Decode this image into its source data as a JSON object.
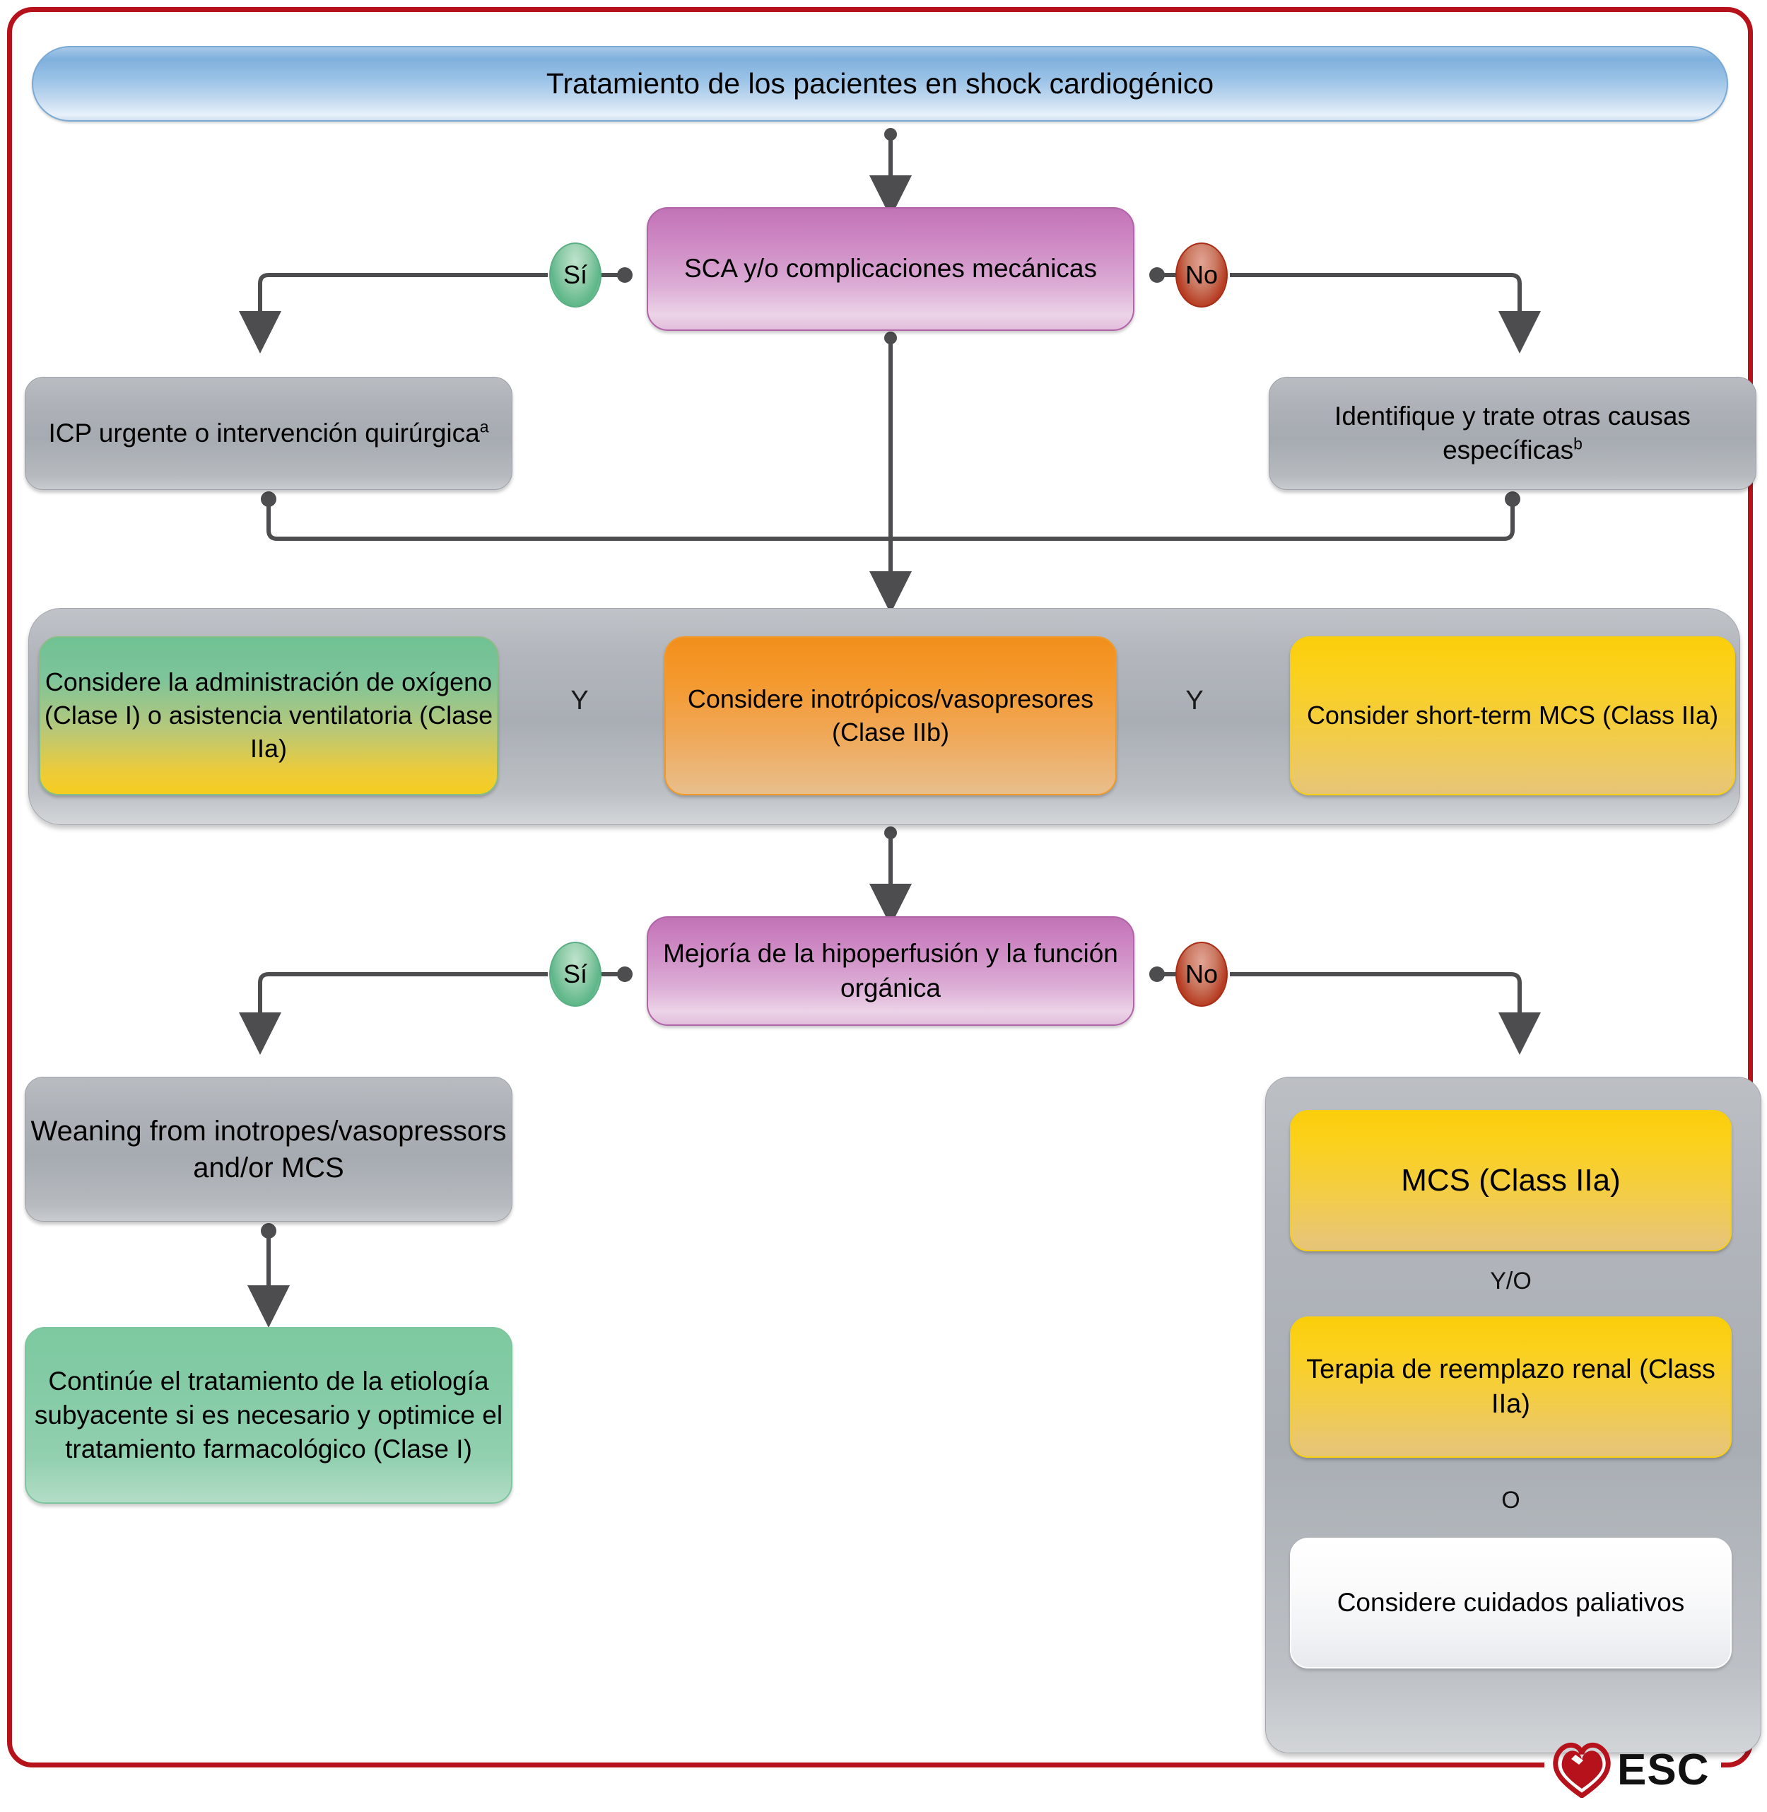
{
  "title": "Tratamiento de los pacientes en shock cardiogénico",
  "decisions": {
    "sca": "SCA y/o complicaciones mecánicas",
    "mejoria": "Mejoría de la hipoperfusión y la función orgánica"
  },
  "branch_labels": {
    "yes": "Sí",
    "no": "No"
  },
  "boxes": {
    "icp": "ICP urgente o intervención quirúrgica",
    "icp_footnote": "a",
    "otras_causas": "Identifique y trate otras causas específicas",
    "otras_causas_footnote": "b",
    "weaning": "Weaning from inotropes/vasopressors and/or MCS",
    "continue": "Continúe el tratamiento de la etiología subyacente si es necesario y optimice el tratamiento farmacológico (Clase I)"
  },
  "therapy_band": {
    "oxygen": "Considere la administración de oxígeno (Clase I) o asistencia ventilatoria (Clase IIa)",
    "connector_1": "Y",
    "inotropes": "Considere inotrópicos/vasopresores (Clase IIb)",
    "connector_2": "Y",
    "mcs": "Consider short-term MCS (Class IIa)"
  },
  "right_stack": {
    "mcs": "MCS (Class IIa)",
    "connector_and_or": "Y/O",
    "renal": "Terapia de reemplazo renal (Class IIa)",
    "connector_or": "O",
    "palliative": "Considere cuidados paliativos"
  },
  "logo": {
    "text": "ESC",
    "icon": "heart-icon"
  },
  "colors": {
    "frame": "#b5121b",
    "title_banner": "#7fb0dd",
    "decision": "#c87cbd",
    "grey": "#aeb2b8",
    "green": "#7ec9a0",
    "orange": "#f28f1c",
    "yellow": "#fbce0b",
    "yes_badge": "#5cb687",
    "no_badge": "#b5391f",
    "connector": "#4d4d4f"
  }
}
